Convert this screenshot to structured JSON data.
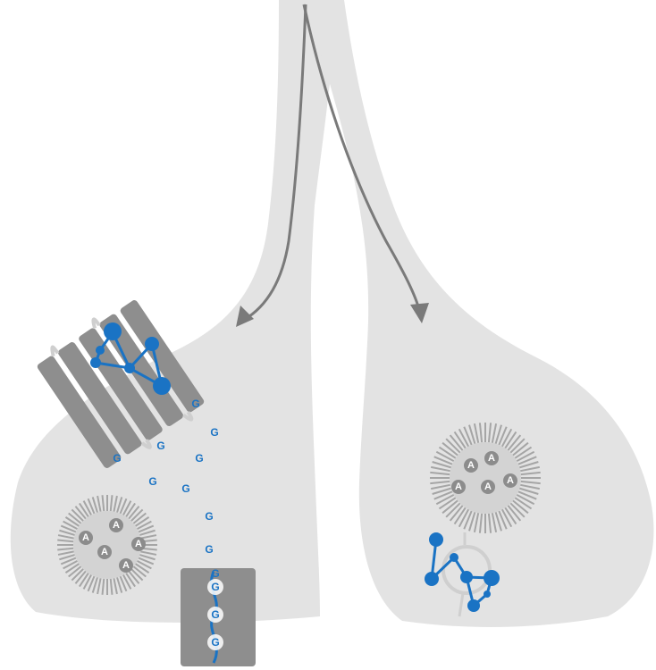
{
  "colors": {
    "background": "#ffffff",
    "cell": "#e3e3e3",
    "protein": "#8e8e8e",
    "protein_dark": "#7a7a7a",
    "accent_blue": "#1a73c4",
    "arrow": "#7a7a7a",
    "vesicle_spikes": "#a5a5a5",
    "vesicle_core": "#d3d3d3",
    "label_disc": "#8c8c8c"
  },
  "icons": {
    "arrows": "arrow-down-icon",
    "vesicle": "vesicle-icon",
    "receptor": "receptor-protein-icon",
    "channel": "channel-protein-icon",
    "ligand": "molecule-ball-stick-icon"
  },
  "left_cell": {
    "g_markers": [
      "G",
      "G",
      "G",
      "G",
      "G",
      "G",
      "G",
      "G",
      "G",
      "G"
    ],
    "channel_g_markers": [
      "G",
      "G",
      "G"
    ],
    "vesicle_labels": [
      "A",
      "A",
      "A",
      "A",
      "A"
    ]
  },
  "right_cell": {
    "vesicle_labels": [
      "A",
      "A",
      "A",
      "A",
      "A"
    ]
  }
}
